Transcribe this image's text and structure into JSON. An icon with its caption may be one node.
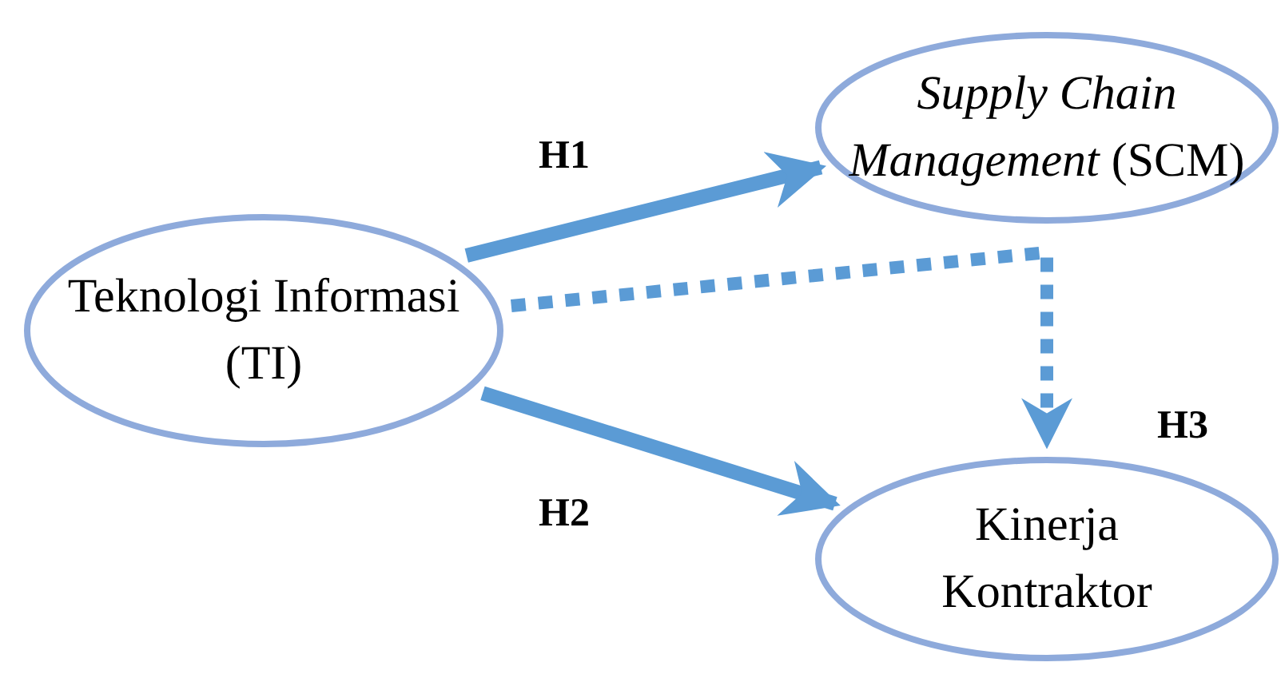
{
  "diagram": {
    "nodes": [
      {
        "text": [
          "Teknologi Informasi (TI)"
        ]
      },
      {
        "text": [
          "*Supply Chain Management* (SCM)"
        ]
      },
      {
        "text": [
          "Kinerja Kontraktor"
        ]
      }
    ],
    "edges": [
      {
        "from": 0,
        "to": 1,
        "arrow": "to",
        "label": "H1"
      },
      {
        "from": 0,
        "to": 2,
        "arrow": "to",
        "label": "H2"
      },
      {
        "from": 0,
        "to": 2,
        "arrow": "to",
        "label": "H3",
        "style": "dashed"
      }
    ]
  }
}
